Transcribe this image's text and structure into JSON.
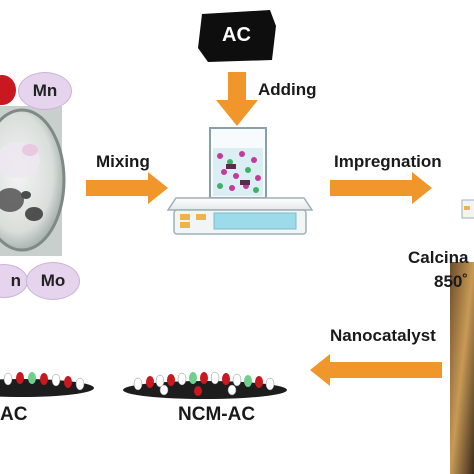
{
  "labels": {
    "ac_box": "AC",
    "adding": "Adding",
    "mixing": "Mixing",
    "impregnation": "Impregnation",
    "calcination": "Calcina",
    "temperature": "850˚",
    "nanocatalyst": "Nanocatalyst",
    "ncm_ac": "NCM-AC",
    "left_product": "AC"
  },
  "metal_tags": {
    "top_right": "Mn",
    "bottom_left": "n",
    "bottom_right": "Mo"
  },
  "colors": {
    "arrow_orange": "#f0962a",
    "tag_fill": "#e6d3ee",
    "tag_red": "#c9181f",
    "disk_dark": "#1d1d1d",
    "ac_box": "#0e0e0e"
  }
}
